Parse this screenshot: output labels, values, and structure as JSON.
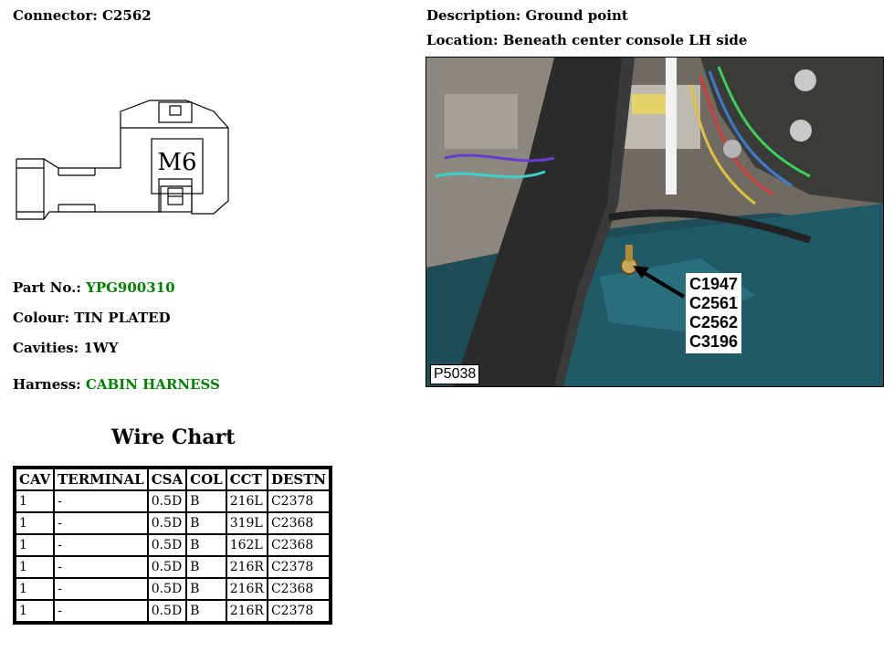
{
  "connector": {
    "label": "Connector:",
    "value": "C2562",
    "drawing_text": "M6"
  },
  "description": {
    "label": "Description:",
    "value": "Ground point"
  },
  "location": {
    "label": "Location:",
    "value": "Beneath center console LH side"
  },
  "part_no": {
    "label": "Part No.:",
    "value": "YPG900310"
  },
  "colour": {
    "label": "Colour:",
    "value": "TIN PLATED"
  },
  "cavities": {
    "label": "Cavities:",
    "value": "1WY"
  },
  "harness": {
    "label": "Harness:",
    "value": "CABIN HARNESS"
  },
  "wire_chart": {
    "title": "Wire Chart",
    "columns": [
      "CAV",
      "TERMINAL",
      "CSA",
      "COL",
      "CCT",
      "DESTN"
    ],
    "rows": [
      [
        "1",
        "-",
        "0.5D",
        "B",
        "216L",
        "C2378"
      ],
      [
        "1",
        "-",
        "0.5D",
        "B",
        "319L",
        "C2368"
      ],
      [
        "1",
        "-",
        "0.5D",
        "B",
        "162L",
        "C2368"
      ],
      [
        "1",
        "-",
        "0.5D",
        "B",
        "216R",
        "C2378"
      ],
      [
        "1",
        "-",
        "0.5D",
        "B",
        "216R",
        "C2368"
      ],
      [
        "1",
        "-",
        "0.5D",
        "B",
        "216R",
        "C2378"
      ]
    ]
  },
  "photo": {
    "callouts": [
      "C1947",
      "C2561",
      "C2562",
      "C3196"
    ],
    "photo_id": "P5038"
  },
  "colors": {
    "highlight_text": "#008000",
    "photo_floor": "#1f5a66"
  }
}
